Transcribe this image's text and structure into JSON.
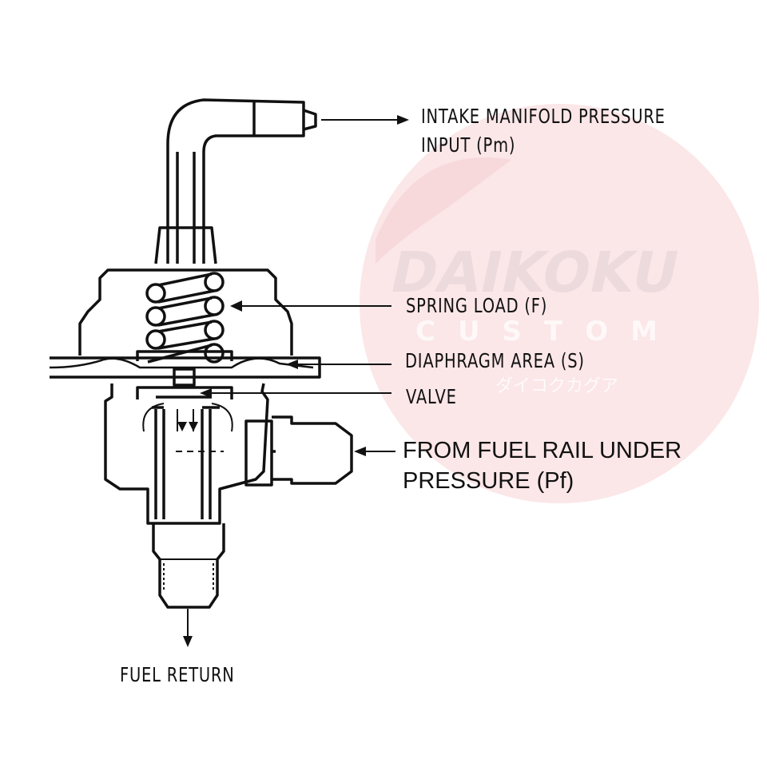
{
  "watermark": {
    "brand": "DAIKOKU",
    "sub": "CUSTOM",
    "kana": "ダイコクカグア",
    "color": "#f7d9dc"
  },
  "labels": {
    "intake_line1": "INTAKE MANIFOLD PRESSURE",
    "intake_line2": "INPUT (Pm)",
    "spring": "SPRING LOAD (F)",
    "diaphragm": "DIAPHRAGM AREA (S)",
    "valve": "VALVE",
    "fuel_rail_line1": "FROM FUEL RAIL UNDER",
    "fuel_rail_line2": "PRESSURE (Pf)",
    "fuel_return": "FUEL RETURN"
  }
}
